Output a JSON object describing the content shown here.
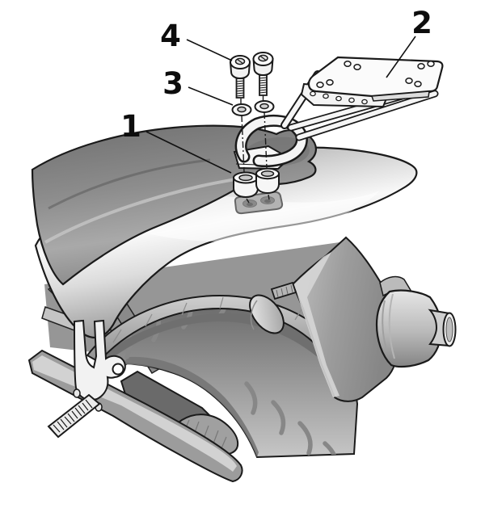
{
  "diagram": {
    "kind": "exploded-assembly-instruction",
    "subject": "motorcycle-rear-rack-mounting",
    "colors": {
      "background": "#ffffff",
      "line": "#1a1a1a"
    },
    "labels": [
      {
        "id": "part-1",
        "text": "1"
      },
      {
        "id": "part-2",
        "text": "2"
      },
      {
        "id": "part-3",
        "text": "3"
      },
      {
        "id": "part-4",
        "text": "4"
      }
    ]
  }
}
